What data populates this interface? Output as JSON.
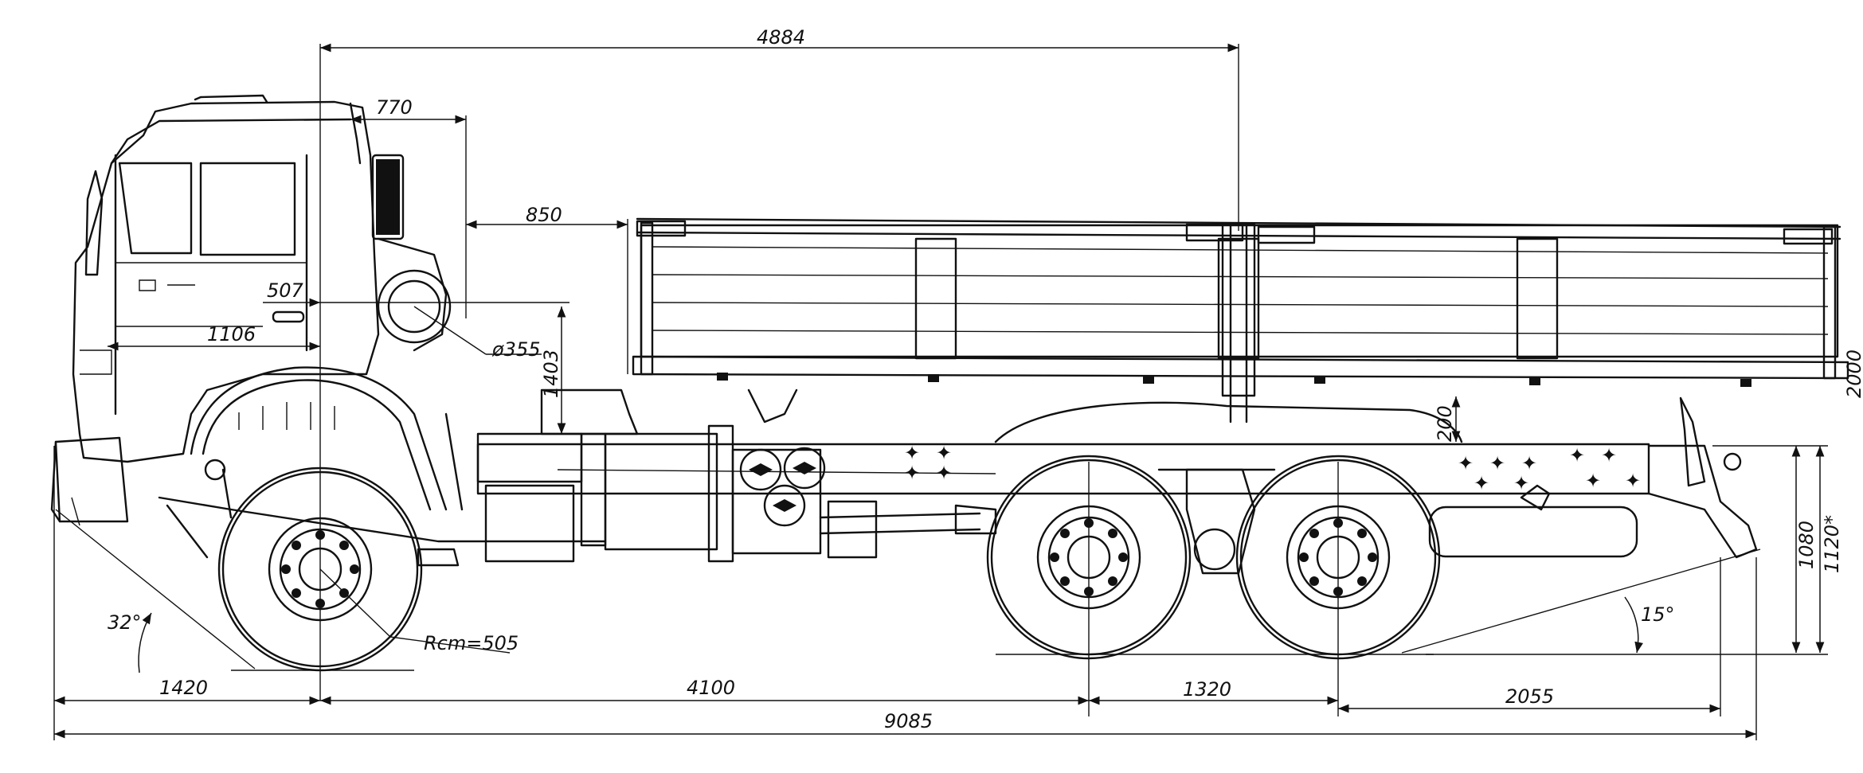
{
  "dimensions": {
    "d4884": "4884",
    "d770": "770",
    "d850": "850",
    "d507": "507",
    "d1106": "1106",
    "d355": "ø355",
    "d1403": "1403",
    "d200": "200",
    "d1420": "1420",
    "d4100": "4100",
    "d1320": "1320",
    "d2055": "2055",
    "d9085": "9085",
    "d1080": "1080",
    "d1120": "1120*",
    "d2000": "2000",
    "rcm": "Rcm=505",
    "angle_front": "32°",
    "angle_rear": "15°"
  }
}
